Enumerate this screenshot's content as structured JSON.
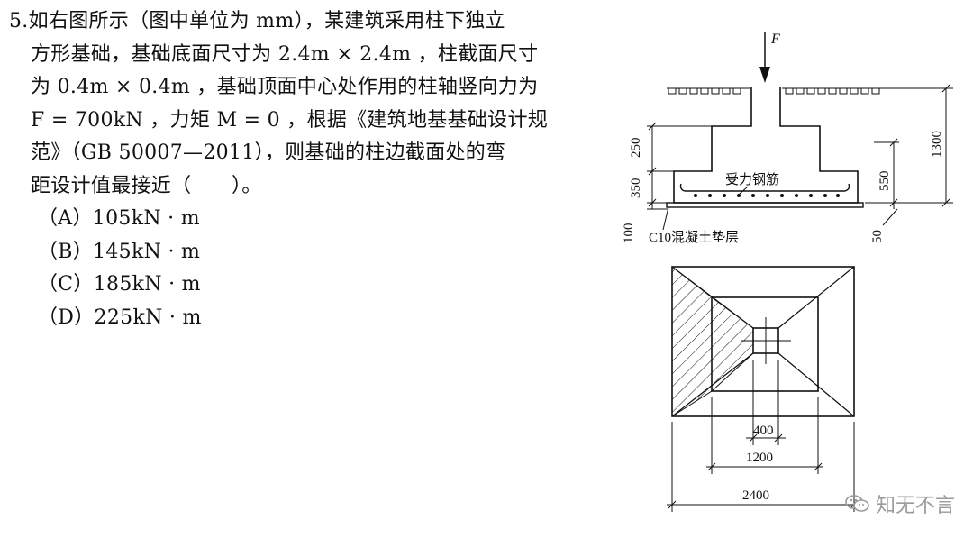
{
  "question": {
    "lines": [
      "5.如右图所示（图中单位为 mm），某建筑采用柱下独立",
      "方形基础，基础底面尺寸为 2.4m × 2.4m ，柱截面尺寸",
      "为 0.4m × 0.4m ，基础顶面中心处作用的柱轴竖向力为",
      "F = 700kN ，力矩 M = 0 ，根据《建筑地基基础设计规",
      "范》（GB 50007—2011），则基础的柱边截面处的弯",
      "距设计值最接近（　　）。"
    ],
    "options": [
      {
        "letter": "（A）",
        "text": "105kN · m"
      },
      {
        "letter": "（B）",
        "text": "145kN · m"
      },
      {
        "letter": "（C）",
        "text": "185kN · m"
      },
      {
        "letter": "（D）",
        "text": "225kN · m"
      }
    ]
  },
  "figure": {
    "section": {
      "force_label": "F",
      "rebar_label": "受力钢筋",
      "cushion_label": "C10混凝土垫层",
      "dim_250": "250",
      "dim_350": "350",
      "dim_100": "100",
      "dim_550": "550",
      "dim_50": "50",
      "dim_1300": "1300"
    },
    "plan": {
      "dim_400": "400",
      "dim_1200": "1200",
      "dim_2400": "2400"
    }
  },
  "watermark": {
    "text": "知无不言",
    "icon": "wechat-icon"
  }
}
